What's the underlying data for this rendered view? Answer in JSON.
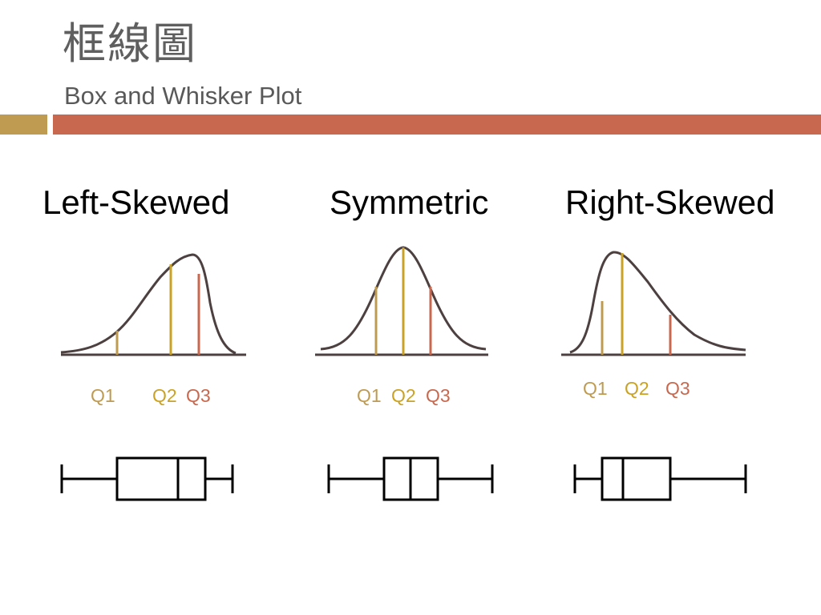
{
  "header": {
    "title_cjk": "框線圖",
    "title_en": "Box and Whisker Plot"
  },
  "colors": {
    "title_text": "#5f5f5f",
    "bar_gold": "#bf9b52",
    "bar_rust": "#c8694f",
    "q1": "#bf9b52",
    "q2": "#c9a226",
    "q3": "#c8694f",
    "curve": "#4d4040",
    "box": "#000000"
  },
  "panels": {
    "left": {
      "title": "Left-Skewed",
      "q1": "Q1",
      "q2": "Q2",
      "q3": "Q3"
    },
    "symmetric": {
      "title": "Symmetric",
      "q1": "Q1",
      "q2": "Q2",
      "q3": "Q3"
    },
    "right": {
      "title": "Right-Skewed",
      "q1": "Q1",
      "q2": "Q2",
      "q3": "Q3"
    }
  }
}
